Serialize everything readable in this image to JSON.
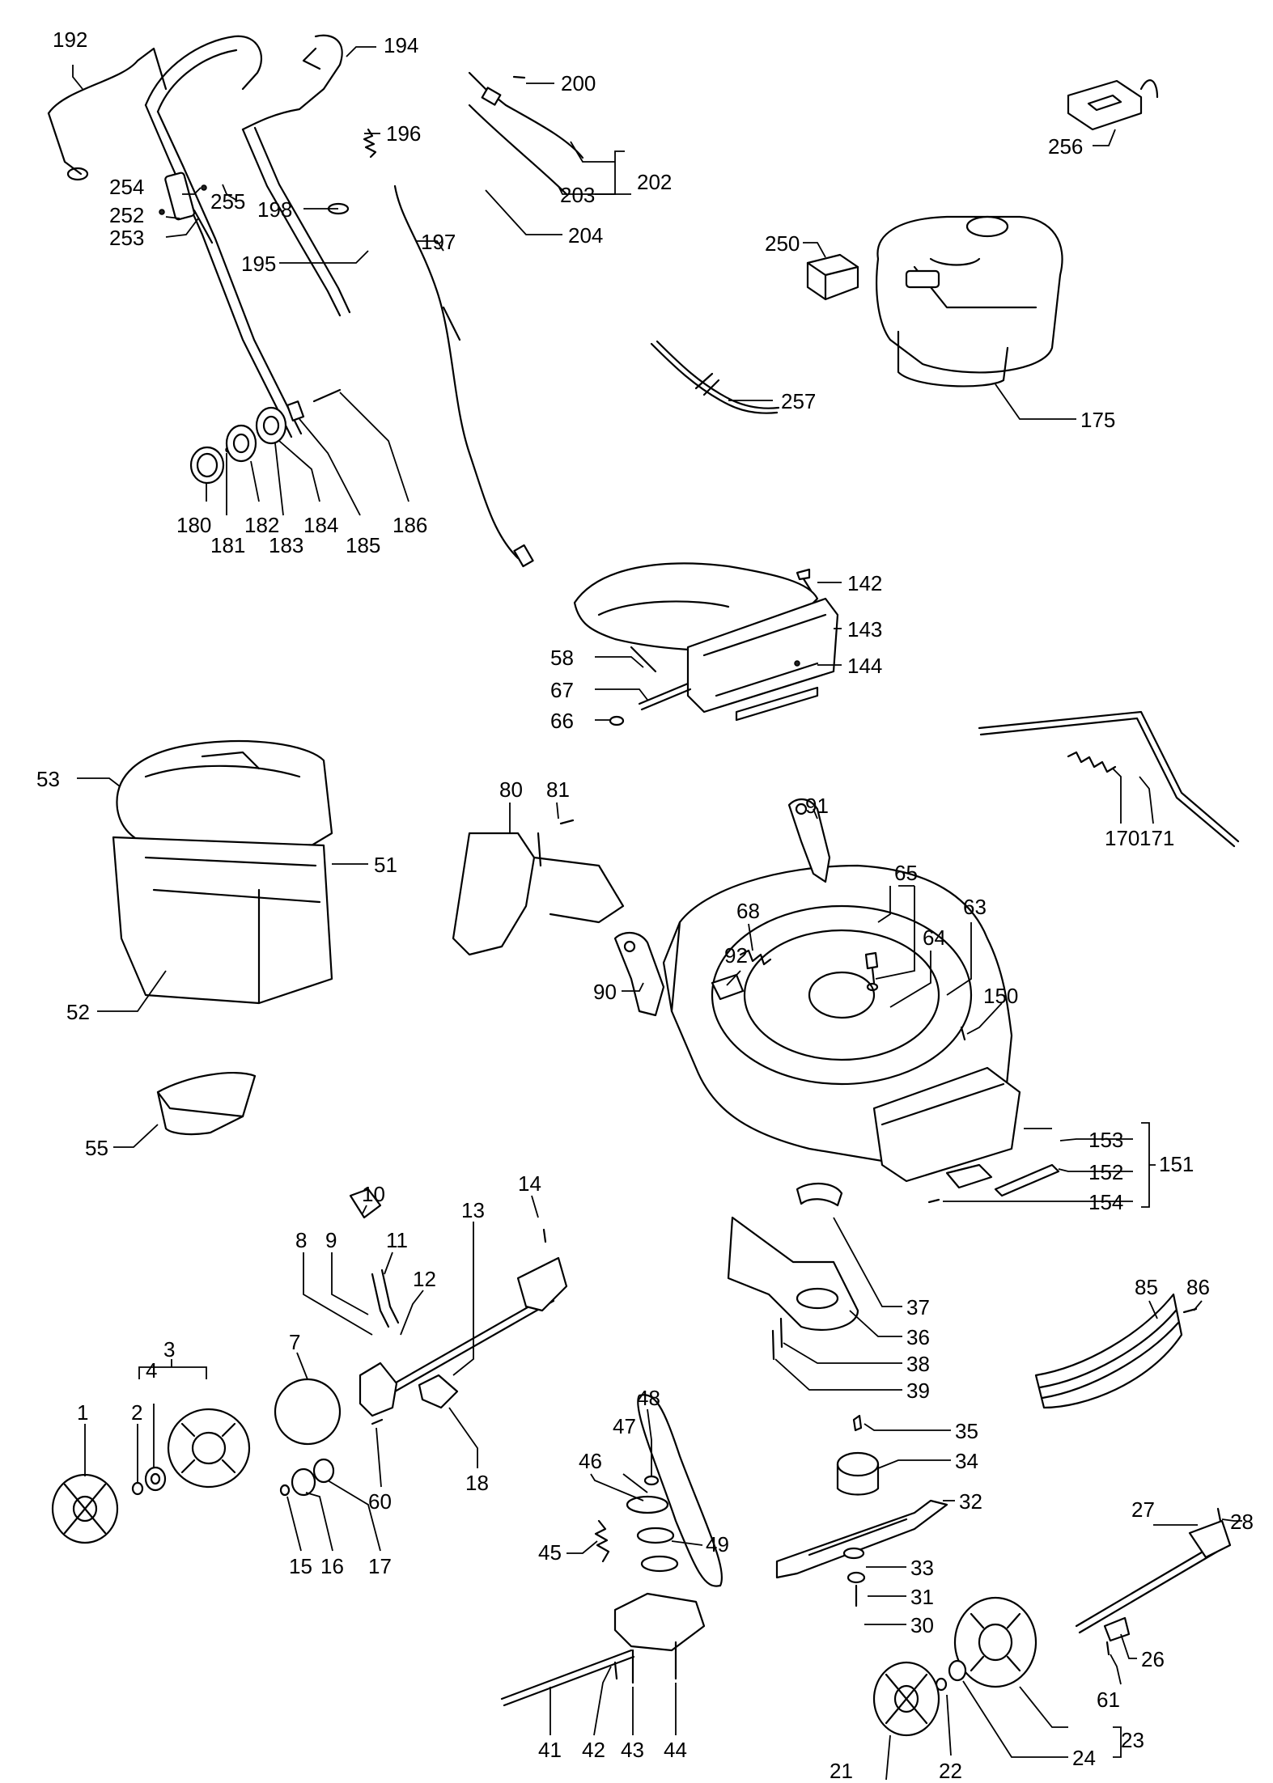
{
  "labels": {
    "l1": "1",
    "l2": "2",
    "l3": "3",
    "l4": "4",
    "l7": "7",
    "l8": "8",
    "l9": "9",
    "l10": "10",
    "l11": "11",
    "l12": "12",
    "l13": "13",
    "l14": "14",
    "l15": "15",
    "l16": "16",
    "l17": "17",
    "l18": "18",
    "l21": "21",
    "l22": "22",
    "l23": "23",
    "l24": "24",
    "l26": "26",
    "l27": "27",
    "l28": "28",
    "l30": "30",
    "l31": "31",
    "l32": "32",
    "l33": "33",
    "l34": "34",
    "l35": "35",
    "l36": "36",
    "l37": "37",
    "l38": "38",
    "l39": "39",
    "l41": "41",
    "l42": "42",
    "l43": "43",
    "l44": "44",
    "l45": "45",
    "l46": "46",
    "l47": "47",
    "l48": "48",
    "l49": "49",
    "l51": "51",
    "l52": "52",
    "l53": "53",
    "l55": "55",
    "l58": "58",
    "l60": "60",
    "l61": "61",
    "l63": "63",
    "l64": "64",
    "l65": "65",
    "l66": "66",
    "l67": "67",
    "l68": "68",
    "l80": "80",
    "l81": "81",
    "l85": "85",
    "l86": "86",
    "l90": "90",
    "l91": "91",
    "l92": "92",
    "l142": "142",
    "l143": "143",
    "l144": "144",
    "l150": "150",
    "l151": "151",
    "l152": "152",
    "l153": "153",
    "l154": "154",
    "l170": "170",
    "l171": "171",
    "l175": "175",
    "l180": "180",
    "l181": "181",
    "l182": "182",
    "l183": "183",
    "l184": "184",
    "l185": "185",
    "l186": "186",
    "l192": "192",
    "l194": "194",
    "l195": "195",
    "l196": "196",
    "l197": "197",
    "l198": "198",
    "l200": "200",
    "l202": "202",
    "l203": "203",
    "l204": "204",
    "l250": "250",
    "l252": "252",
    "l253": "253",
    "l254": "254",
    "l255": "255",
    "l256": "256",
    "l257": "257"
  }
}
